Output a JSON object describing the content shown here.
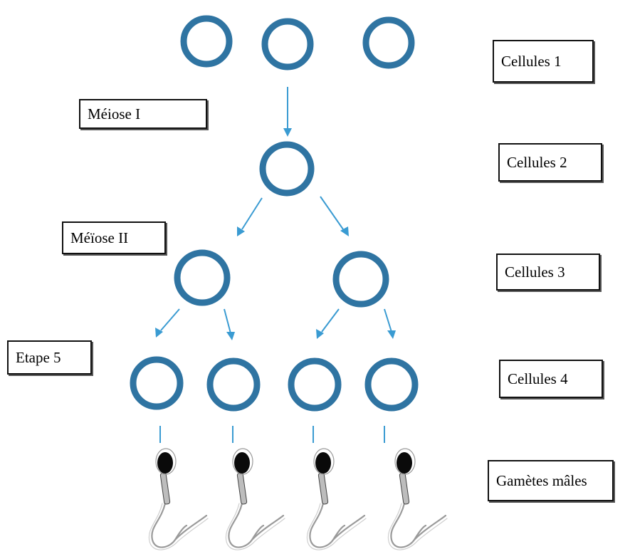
{
  "labels": {
    "cellules_1": "Cellules 1",
    "meiose_1": "Méiose I",
    "cellules_2": "Cellules 2",
    "meiose_2": "Méïose II",
    "cellules_3": "Cellules 3",
    "etape_5": "Etape 5",
    "cellules_4": "Cellules 4",
    "gametes": "Gamètes mâles"
  },
  "colors": {
    "cell_ring": "#2f74a2",
    "arrow": "#3a9bd2",
    "sperm_head": "#0a0a0a"
  }
}
